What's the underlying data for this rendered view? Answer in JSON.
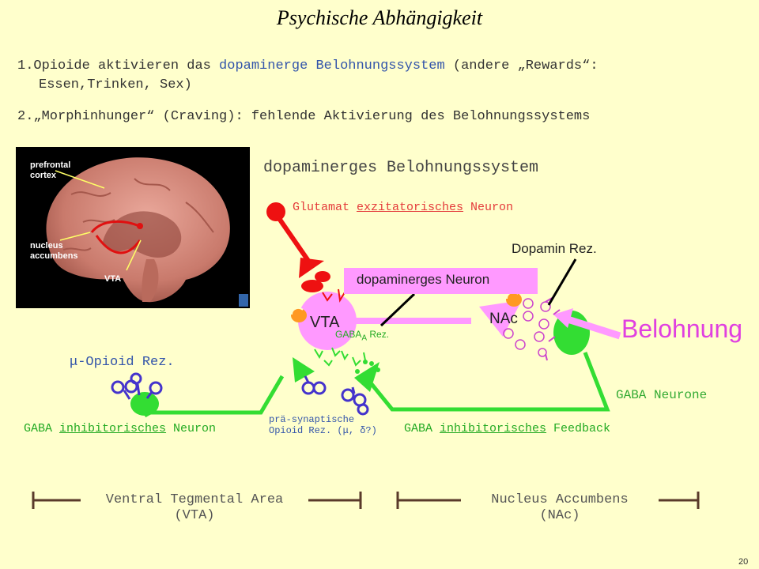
{
  "title": "Psychische Abhängigkeit",
  "points": {
    "p1_num": "1.",
    "p1_text_a": "Opioide aktivieren das ",
    "p1_text_hl": "dopaminerge Belohnungssystem",
    "p1_text_b": " (andere „Rewards“:",
    "p1_line2": "Essen,Trinken, Sex)",
    "p2_num": "2.",
    "p2_text": "„Morphinhunger“ (Craving): fehlende Aktivierung des Belohnungssystems"
  },
  "brain_labels": {
    "prefrontal": "prefrontal",
    "cortex": "cortex",
    "nucleus": "nucleus",
    "accumbens": "accumbens",
    "vta": "VTA"
  },
  "diagram": {
    "title": "dopaminerges Belohnungssystem",
    "glutamat_a": "Glutamat ",
    "glutamat_u": "exzitatorisches",
    "glutamat_b": " Neuron",
    "dopamin_rez": "Dopamin Rez.",
    "dopaminerges_neuron": "dopaminerges Neuron",
    "vta": "VTA",
    "nac": "NAc",
    "belohnung": "Belohnung",
    "gaba_a_rez_pre": "GABA",
    "gaba_a_rez_sub": "A",
    "gaba_a_rez_post": " Rez.",
    "mu_opioid": "μ-Opioid Rez.",
    "gaba_neurone": "GABA Neurone",
    "gaba_inh_a": "GABA ",
    "gaba_inh_u": "inhibitorisches",
    "gaba_inh_b": " Neuron",
    "prae_1": "prä-synaptische",
    "prae_2": "Opioid Rez. (μ, δ?)",
    "gaba_fb_a": "GABA ",
    "gaba_fb_u": "inhibitorisches",
    "gaba_fb_b": " Feedback"
  },
  "axis": {
    "vta_1": "Ventral Tegmental Area",
    "vta_2": "(VTA)",
    "nac_1": "Nucleus Accumbens",
    "nac_2": "(NAc)"
  },
  "page_number": "20",
  "colors": {
    "background": "#FFFFCC",
    "dopamine_pink": "#FF99FF",
    "gaba_green": "#33DD33",
    "glutamate_red": "#EE1111",
    "opioid_blue": "#4433CC",
    "belohnung_magenta": "#E040E0"
  }
}
